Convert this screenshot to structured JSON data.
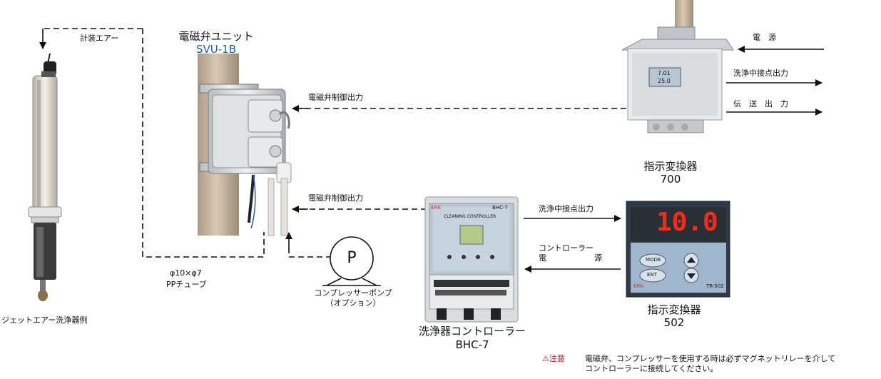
{
  "labels": {
    "instrument_air": "計装エアー",
    "jet_cleaner": "ジェットエアー洗浄器例",
    "valve_unit_title": "電磁弁ユニット",
    "valve_unit_model": "SVU-1B",
    "valve_ctrl_out_top": "電磁弁制御出力",
    "valve_ctrl_out_bottom": "電磁弁制御出力",
    "tube_size": "φ10×φ7",
    "tube_name": "PPチューブ",
    "pump_name": "コンプレッサーポンプ",
    "pump_option": "（オプション）",
    "controller_name": "洗浄器コントローラー",
    "controller_model": "BHC-7",
    "power": "電　源",
    "wash_contact_out_700": "洗浄中接点出力",
    "transmission_out": "伝　送　出　力",
    "conv700_name": "指示変換器",
    "conv700_model": "700",
    "wash_contact_out_502": "洗浄中接点出力",
    "controller_power_1": "コントローラー",
    "controller_power_2a": "電",
    "controller_power_2b": "源",
    "conv502_name": "指示変換器",
    "conv502_model": "502",
    "pump_symbol": "P"
  },
  "device_text": {
    "bhc_brand": "KRK",
    "bhc_model": "BHC-7",
    "bhc_panel": "CLEANING CONTROLLER",
    "conv700_reading_1": "7.01",
    "conv700_reading_2": "25.0",
    "conv502_display": "10.0",
    "conv502_mode": "MODE",
    "conv502_ent": "ENT",
    "conv502_brand": "KRK",
    "conv502_model": "TR-502"
  },
  "note": {
    "caution_label": "⚠注意",
    "line1": "電磁弁、コンプレッサーを使用する時は必ずマグネットリレーを介して",
    "line2": "コントローラーに接続してください。"
  },
  "colors": {
    "pipe": "#c9b79f",
    "accent_blue": "#1f5fa8",
    "caution_red": "#d0021b",
    "display_red": "#ff2a1a"
  }
}
